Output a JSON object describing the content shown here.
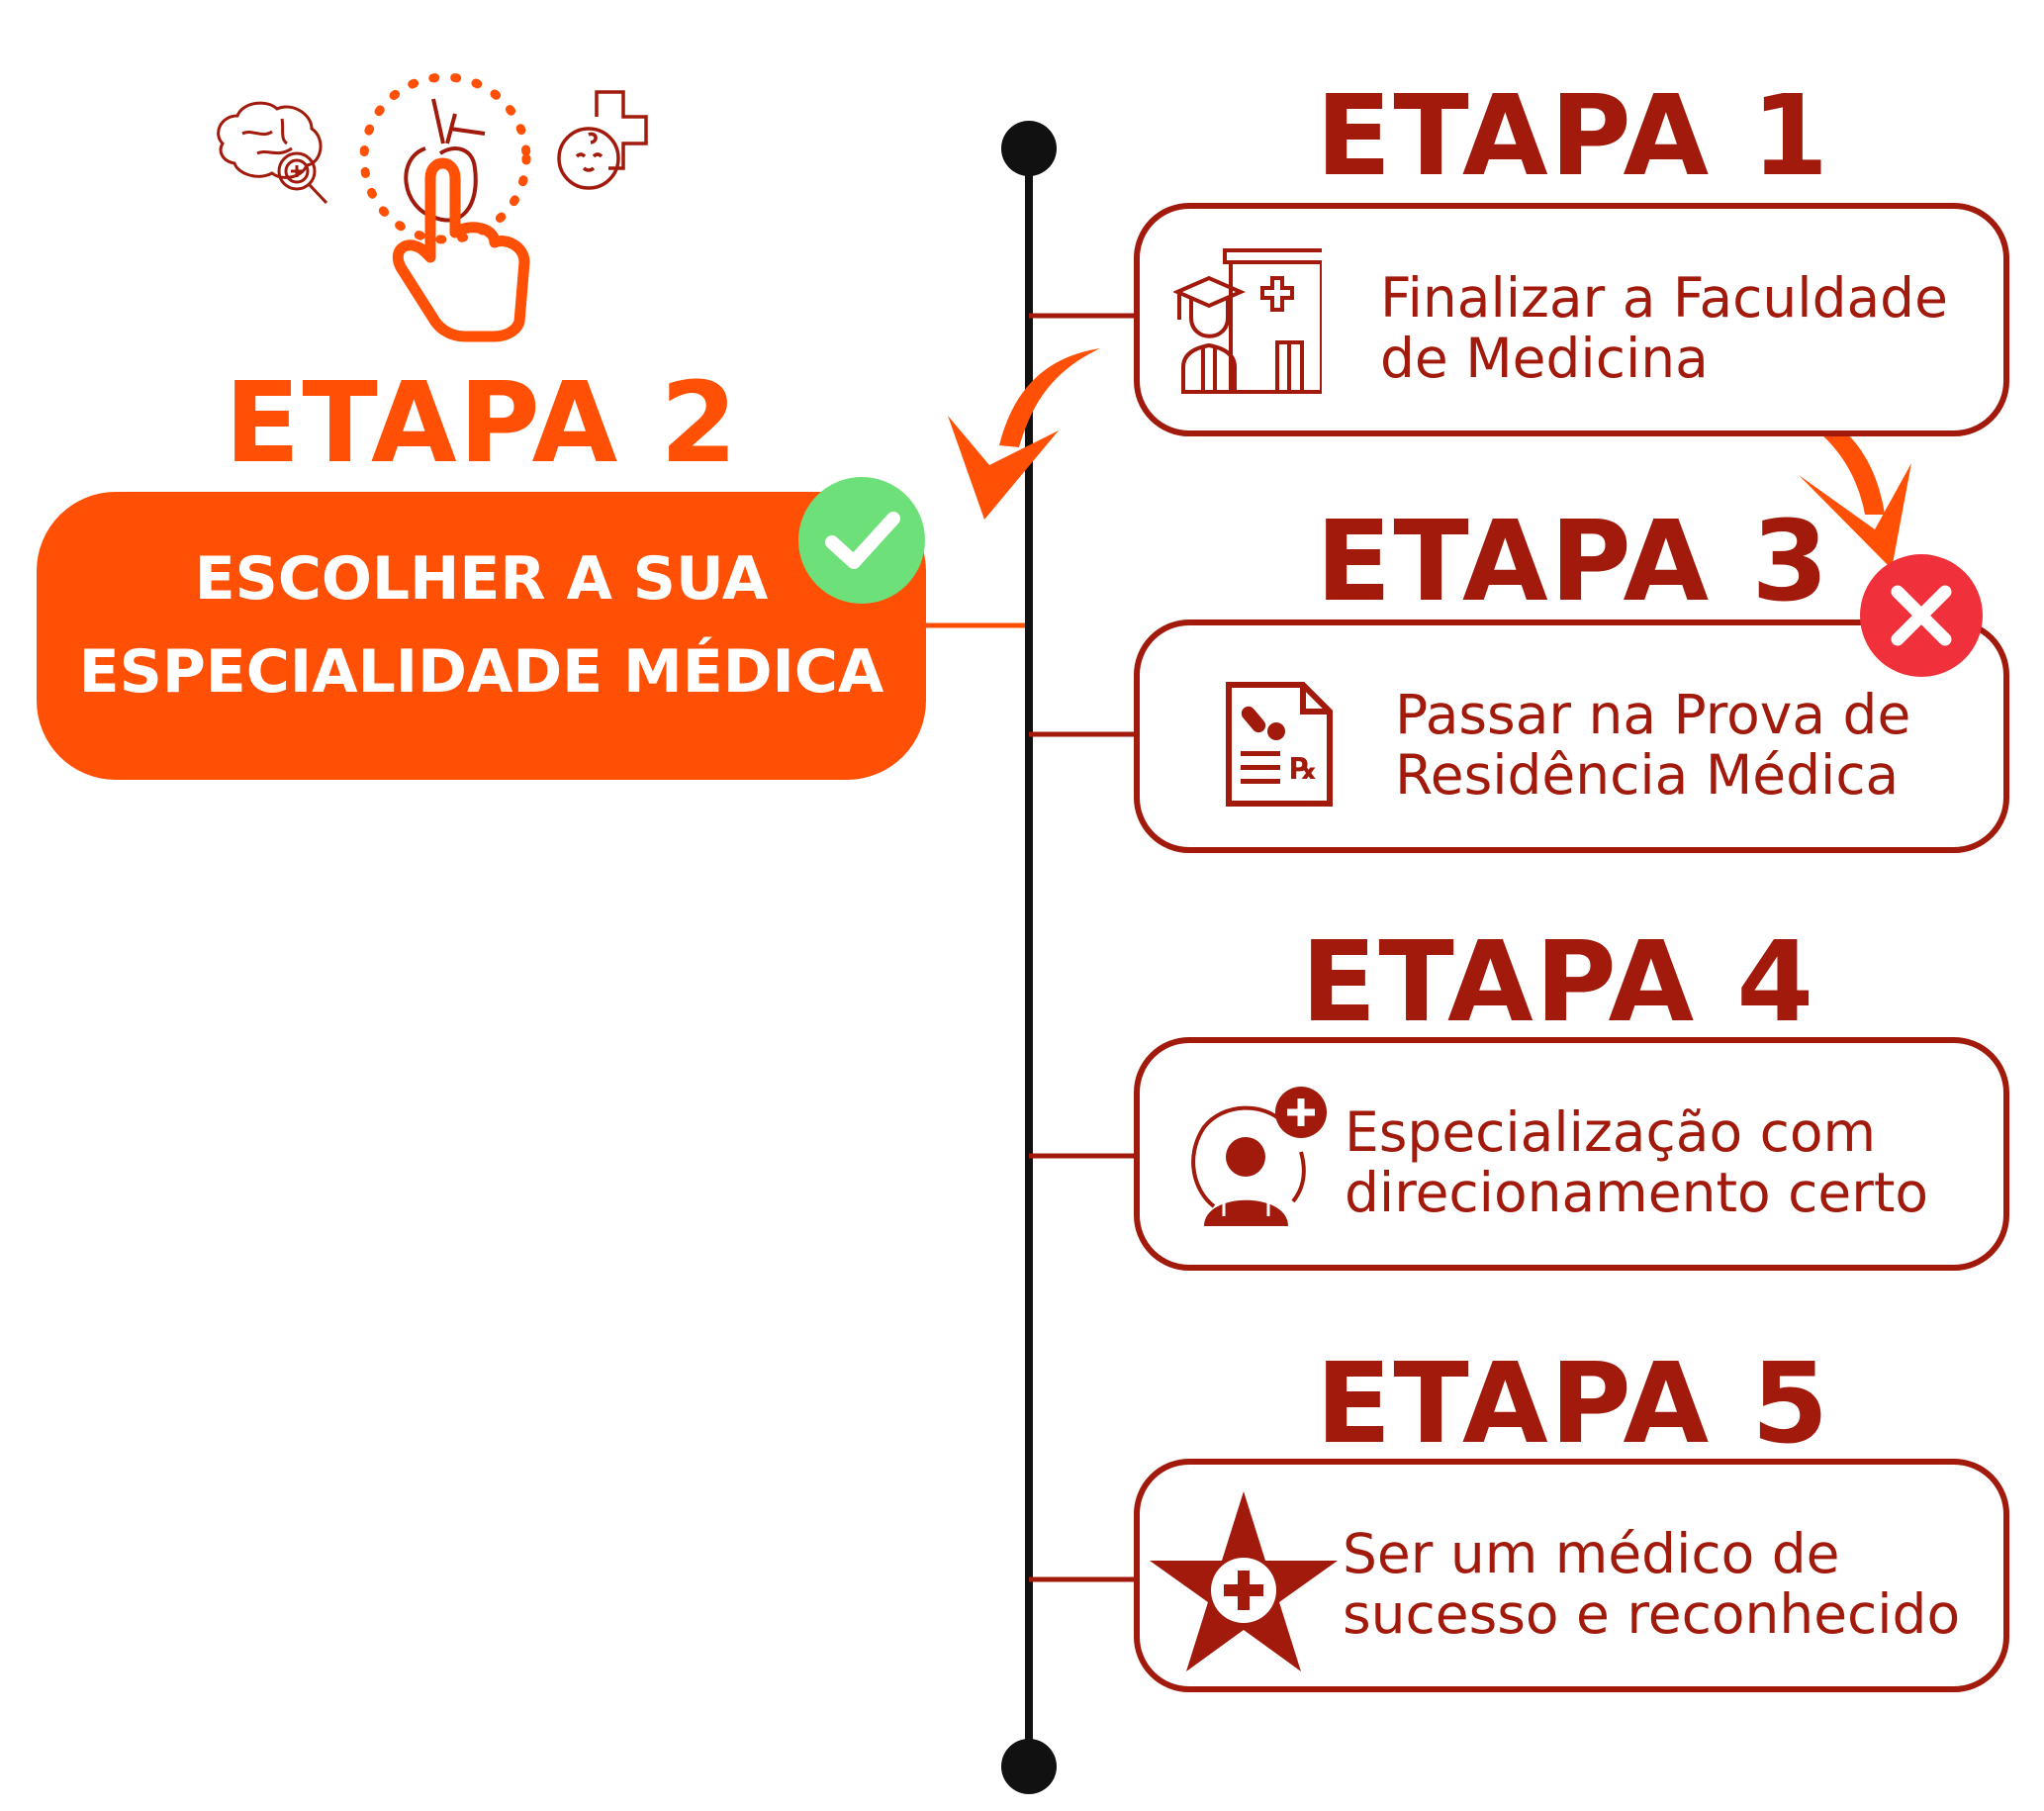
{
  "colors": {
    "dark_red": "#a11a0c",
    "orange": "#ff5005",
    "green": "#6ee07a",
    "red": "#f0303a",
    "timeline": "#111111"
  },
  "current_step": {
    "heading": "ETAPA 2",
    "line1": "ESCOLHER A SUA",
    "line2": "ESPECIALIDADE MÉDICA",
    "status_icon": "check-icon"
  },
  "steps": [
    {
      "heading": "ETAPA 1",
      "line1": "Finalizar a Faculdade",
      "line2": "de Medicina",
      "icon": "graduate-hospital-icon"
    },
    {
      "heading": "ETAPA 3",
      "line1": "Passar na Prova de",
      "line2": "Residência Médica",
      "icon": "prescription-icon",
      "status_icon": "x-icon"
    },
    {
      "heading": "ETAPA 4",
      "line1": "Especialização com",
      "line2": "direcionamento certo",
      "icon": "doctor-plus-icon"
    },
    {
      "heading": "ETAPA 5",
      "line1": "Ser um médico de",
      "line2": "sucesso e reconhecido",
      "icon": "star-cross-icon"
    }
  ],
  "specialty_icons": [
    "brain-search-icon",
    "heart-touch-icon",
    "baby-plus-icon"
  ]
}
